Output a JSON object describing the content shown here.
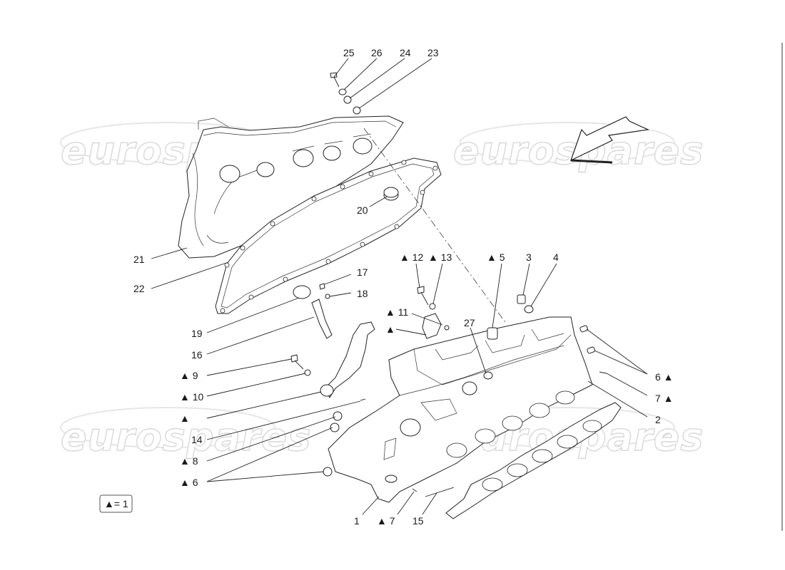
{
  "watermark": "eurospares",
  "labels": [
    {
      "id": "25",
      "text": "25"
    },
    {
      "id": "26",
      "text": "26"
    },
    {
      "id": "24",
      "text": "24"
    },
    {
      "id": "23",
      "text": "23"
    },
    {
      "id": "20",
      "text": "20"
    },
    {
      "id": "21",
      "text": "21"
    },
    {
      "id": "22",
      "text": "22"
    },
    {
      "id": "17",
      "text": "17"
    },
    {
      "id": "18",
      "text": "18"
    },
    {
      "id": "19",
      "text": "19"
    },
    {
      "id": "16",
      "text": "16"
    },
    {
      "id": "9",
      "text": "▲ 9"
    },
    {
      "id": "10",
      "text": "▲ 10"
    },
    {
      "id": "tri",
      "text": "▲"
    },
    {
      "id": "14",
      "text": "14"
    },
    {
      "id": "8",
      "text": "▲ 8"
    },
    {
      "id": "6l",
      "text": "▲ 6"
    },
    {
      "id": "12",
      "text": "▲ 12"
    },
    {
      "id": "13",
      "text": "▲ 13"
    },
    {
      "id": "5",
      "text": "▲ 5"
    },
    {
      "id": "3",
      "text": "3"
    },
    {
      "id": "4",
      "text": "4"
    },
    {
      "id": "11",
      "text": "▲ 11"
    },
    {
      "id": "tri2",
      "text": "▲"
    },
    {
      "id": "27",
      "text": "27"
    },
    {
      "id": "6r",
      "text": "6 ▲"
    },
    {
      "id": "7r",
      "text": "7 ▲"
    },
    {
      "id": "2",
      "text": "2"
    },
    {
      "id": "1",
      "text": "1"
    },
    {
      "id": "7b",
      "text": "▲ 7"
    },
    {
      "id": "15",
      "text": "15"
    }
  ],
  "legend": {
    "text": "▲= 1"
  }
}
